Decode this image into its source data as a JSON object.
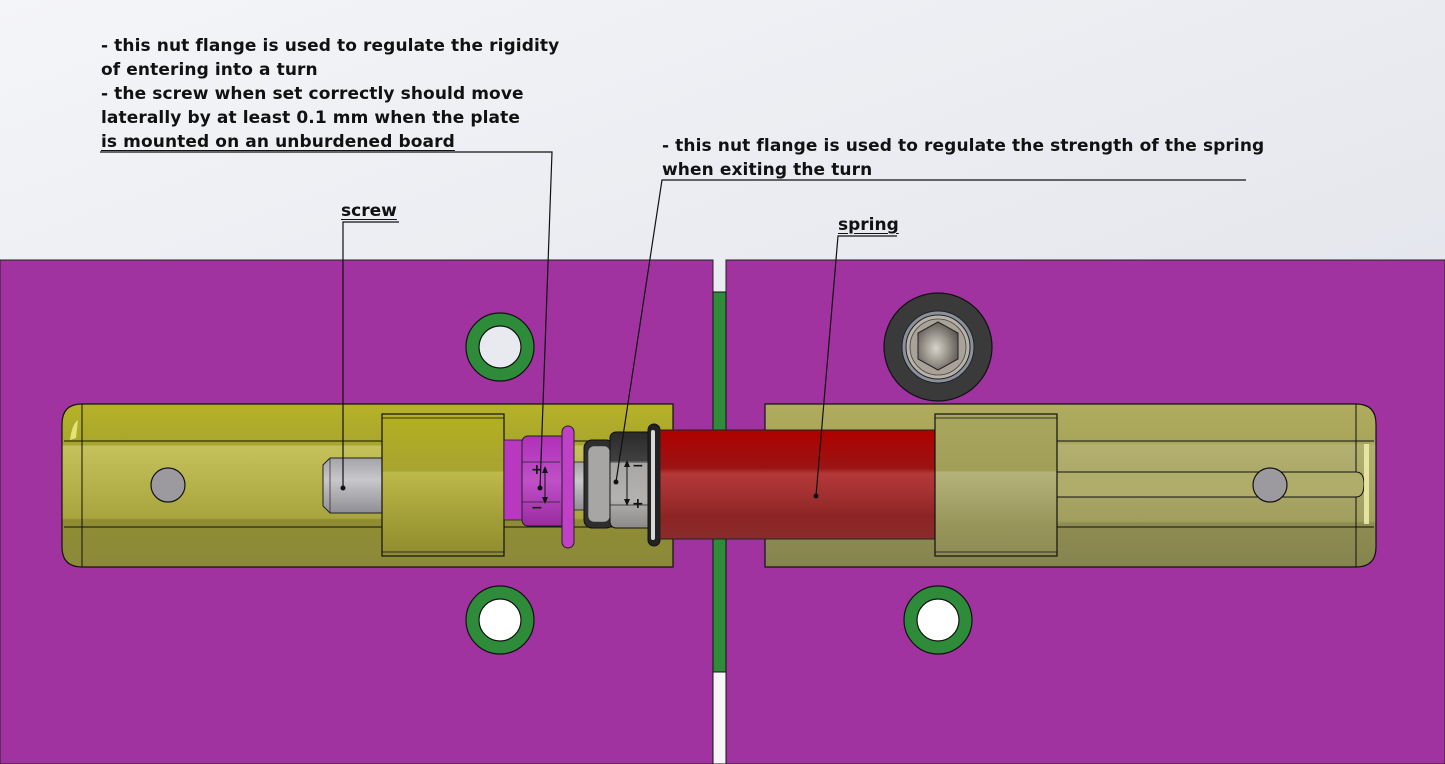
{
  "annotations": {
    "screw_nut_note": {
      "lines": [
        "- this nut flange is used to regulate the rigidity",
        "of entering into a turn",
        "- the screw when set correctly should move",
        "laterally by at least 0.1 mm when the plate",
        "is mounted on an unburdened board"
      ]
    },
    "spring_nut_note": {
      "lines": [
        "- this nut flange is used to regulate the strength of the spring",
        "when exiting the turn"
      ]
    },
    "screw_label": "screw",
    "spring_label": "spring"
  },
  "nut_markings": {
    "left_nut": {
      "top": "+",
      "bottom": "−"
    },
    "right_nut": {
      "top": "−",
      "bottom": "+"
    }
  },
  "colors": {
    "plate": "#a033a0",
    "gap_insert": "#2e8b3a",
    "housing": "#b0ac3c",
    "spring": "#b02424",
    "left_nut": "#c040c8",
    "right_nut": "#9a9a9a",
    "background": "#e6e8ee"
  }
}
